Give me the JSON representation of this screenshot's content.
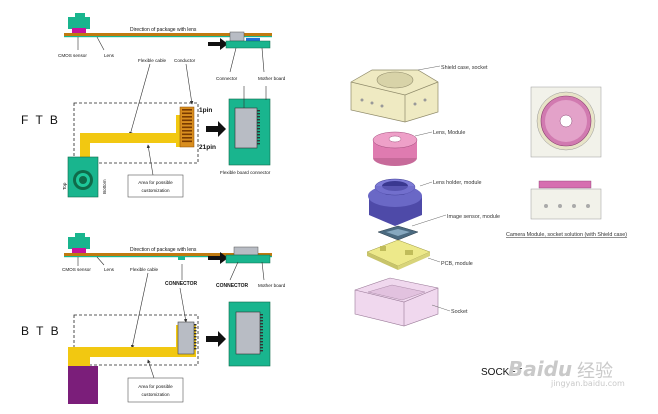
{
  "sections": {
    "ftb": "F T B",
    "btb": "B T B"
  },
  "ftb": {
    "direction": "Direction of package with lens",
    "cmos": "CMOS sensor",
    "lens": "Lens",
    "flex_cable": "Flexible cable",
    "conductor": "Conductor",
    "connector": "Connector",
    "mother_board": "Mother board",
    "pin1": "1pin",
    "pin21": "21pin",
    "top": "Top",
    "bottom": "Bottom",
    "area_line1": "Area for possible",
    "area_line2": "customization",
    "fbc": "Flexible board connector"
  },
  "btb": {
    "direction": "Direction of package with lens",
    "cmos": "CMOS sensor",
    "lens": "Lens",
    "flex_cable": "Flexible cable",
    "connector_caps": "CONNECTOR",
    "connector_caps2": "CONNECTOR",
    "mother_board": "Mother board",
    "area_line1": "Area for possible",
    "area_line2": "customization"
  },
  "exploded": {
    "shield": "Shield case, socket",
    "lens_module": "Lens, Module",
    "lens_holder": "Lens holder, module",
    "image_sensor": "Image sensor, module",
    "pcb": "PCB, module",
    "socket": "Socket",
    "caption": "Camera Module, socket solution (with Shield case)"
  },
  "socket_label": "SOCKET",
  "watermark": {
    "brand": "Baidu",
    "cn": "经验",
    "url": "jingyan.baidu.com"
  },
  "colors": {
    "flex": "#f2c811",
    "board": "#19b58e",
    "board_dark": "#0f6b4a",
    "chip": "#b8bcc4",
    "magenta": "#c8129a",
    "purple": "#7b1e7a",
    "cable_line": "#c07a10",
    "shell": "#efeac2",
    "lens_pink": "#df7bb0",
    "holder_blue": "#6a68c6",
    "pcb_yellow": "#ede98a",
    "socket_lilac": "#f0d8ee"
  }
}
